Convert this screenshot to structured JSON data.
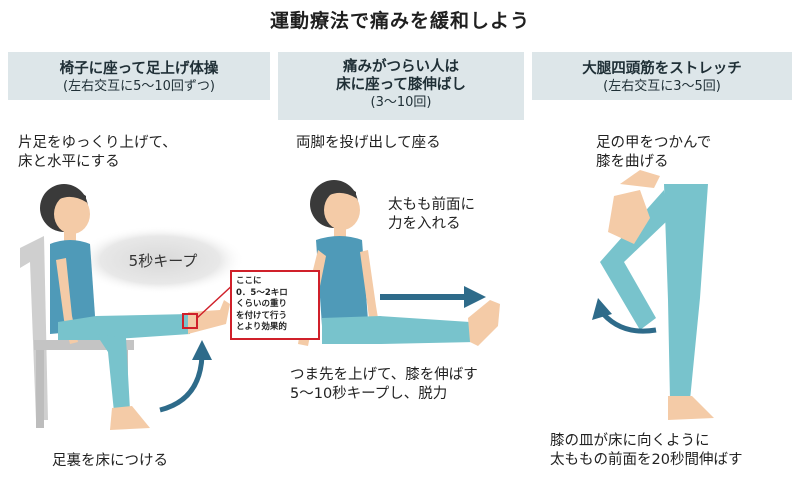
{
  "title": "運動療法で痛みを緩和しよう",
  "panels": [
    {
      "heading": "椅子に座って足上げ体操",
      "sub": "(左右交互に5～10回ずつ)",
      "desc_top": [
        "片足をゆっくり上げて、",
        "床と水平にする"
      ],
      "callout": "5秒キープ",
      "note": "ここに\n0．5～2キロ\nくらいの重り\nを付けて行う\nとより効果的",
      "desc_bottom": "足裏を床につける"
    },
    {
      "heading_lines": [
        "痛みがつらい人は",
        "床に座って膝伸ばし"
      ],
      "sub": "(3～10回)",
      "desc_top": "両脚を投げ出して座る",
      "callout": [
        "太もも前面に",
        "力を入れる"
      ],
      "desc_bottom": [
        "つま先を上げて、膝を伸ばす",
        "5～10秒キープし、脱力"
      ]
    },
    {
      "heading": "大腿四頭筋をストレッチ",
      "sub": "(左右交互に3～5回)",
      "desc_top": [
        "足の甲をつかんで",
        "膝を曲げる"
      ],
      "desc_bottom": [
        "膝の皿が床に向くように",
        "太ももの前面を20秒間伸ばす"
      ]
    }
  ],
  "colors": {
    "header_bg": "#dde6e9",
    "arrow": "#2e6b8a",
    "skin": "#f4cba7",
    "tank_top": "#4f9ab8",
    "pants": "#78c3cc",
    "hair": "#3a3a3a",
    "chair": "#c9c9c9",
    "highlight": "#d0202a"
  }
}
